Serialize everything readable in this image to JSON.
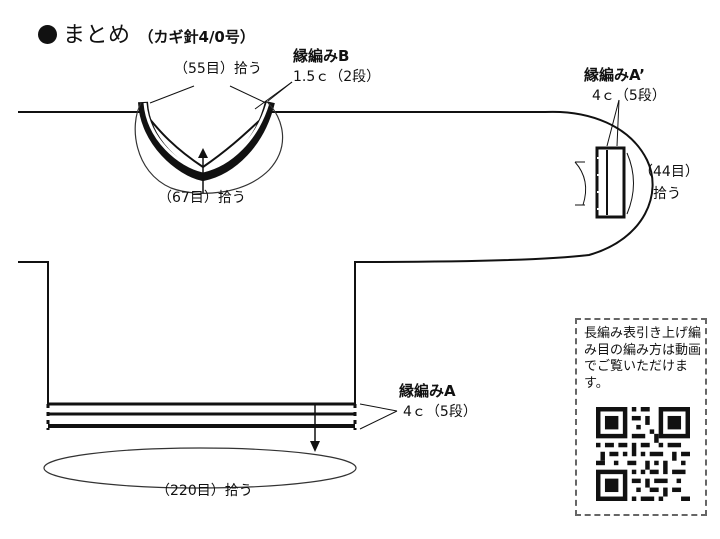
{
  "title": {
    "main": "まとめ",
    "sub": "（カギ針4/0号）"
  },
  "labels": {
    "neck_top": "（55目）拾う",
    "neck_bottom": "（67目）拾う",
    "border_b_title": "縁編みB",
    "border_b_detail": "1.5ｃ（2段）",
    "border_a_prime_title": "縁編みA’",
    "border_a_prime_detail": "4ｃ（5段）",
    "sleeve_line1": "（44目）",
    "sleeve_line2": "拾う",
    "border_a_title": "縁編みA",
    "border_a_detail": "4ｃ（5段）",
    "hem_pickup": "（220目）拾う"
  },
  "qr": {
    "note": "長編み表引き上げ編み目の編み方は動画でご覧いただけます。"
  }
}
